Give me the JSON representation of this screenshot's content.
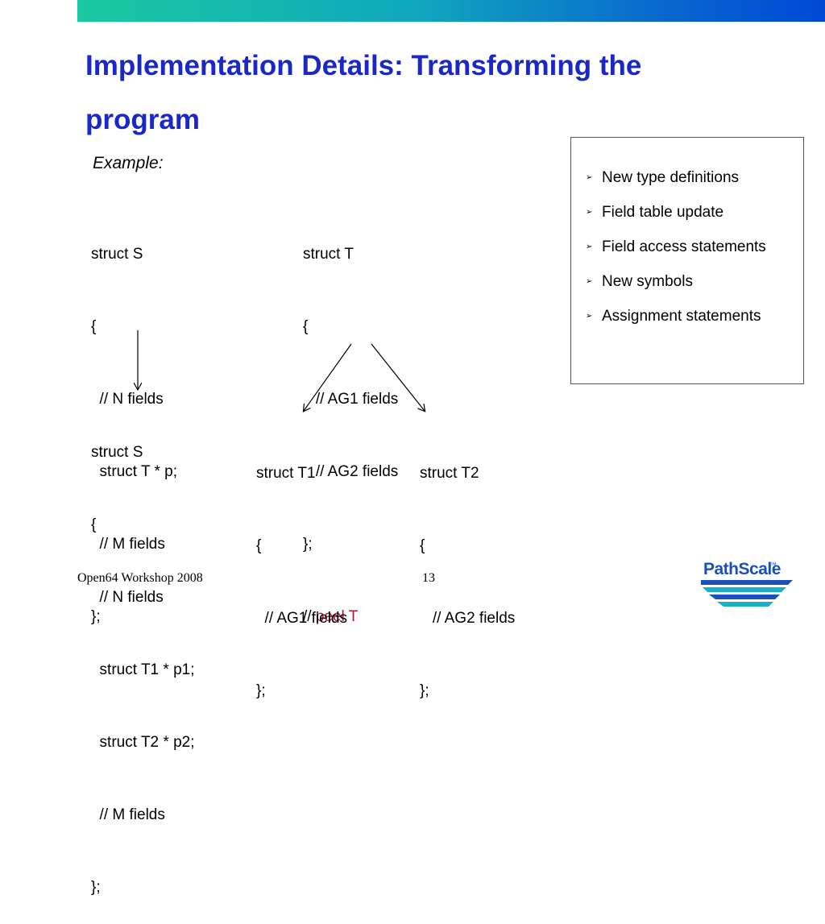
{
  "slide": {
    "title": "Implementation Details: Transforming the program",
    "example_label": "Example:"
  },
  "code_blocks": {
    "struct_s_before": [
      "struct S",
      "{",
      "  // N fields",
      "  struct T * p;",
      "  // M fields",
      "};"
    ],
    "struct_t": [
      "struct T",
      "{",
      "   // AG1 fields",
      "   // AG2 fields",
      "};"
    ],
    "peel_prefix": "// ",
    "peel_text": "peel T",
    "struct_s_after": [
      "struct S",
      "{",
      "  // N fields",
      "  struct T1 * p1;",
      "  struct T2 * p2;",
      "  // M fields",
      "};"
    ],
    "struct_t1": [
      "struct T1",
      "{",
      "  // AG1 fields",
      "};"
    ],
    "struct_t2": [
      "struct T2",
      "{",
      "   // AG2 fields",
      "};"
    ]
  },
  "bullets": [
    "New type definitions",
    "Field table update",
    "Field access statements",
    "New symbols",
    "Assignment statements"
  ],
  "bullet_icon": "arrowhead-bullet-icon",
  "footer": {
    "event": "Open64 Workshop 2008",
    "page_number": "13"
  },
  "logo": {
    "text": "PathScale",
    "tm": "™"
  },
  "colors": {
    "title": "#1a28c8",
    "peel": "#b0143a",
    "logo": "#1a50b8"
  }
}
